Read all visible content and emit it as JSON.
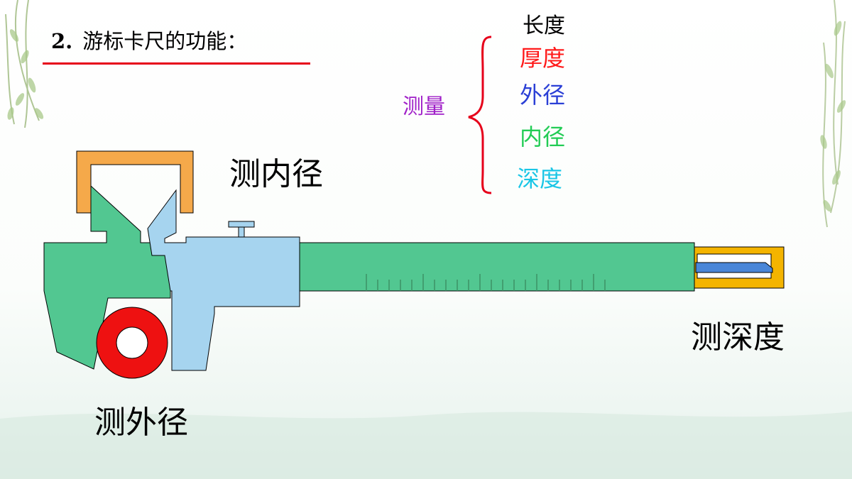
{
  "heading": {
    "number": "2.",
    "text": "游标卡尺的功能："
  },
  "measure": {
    "label": "测量",
    "items": [
      {
        "text": "长度",
        "color": "#000000"
      },
      {
        "text": "厚度",
        "color": "#ff1a1a"
      },
      {
        "text": "外径",
        "color": "#2b3fd6"
      },
      {
        "text": "内径",
        "color": "#22cc55"
      },
      {
        "text": "深度",
        "color": "#1ac6e6"
      }
    ],
    "label_color": "#a020c8",
    "brace_color": "#e6001a"
  },
  "diagram": {
    "inner_label": "测内径",
    "outer_label": "测外径",
    "depth_label": "测深度",
    "colors": {
      "main_scale": "#52c791",
      "vernier": "#a6d4ef",
      "inner_jaw": "#f5a94a",
      "depth_bar": "#f4b400",
      "depth_rod": "#4a86d8",
      "ring": "#ee1111"
    }
  }
}
